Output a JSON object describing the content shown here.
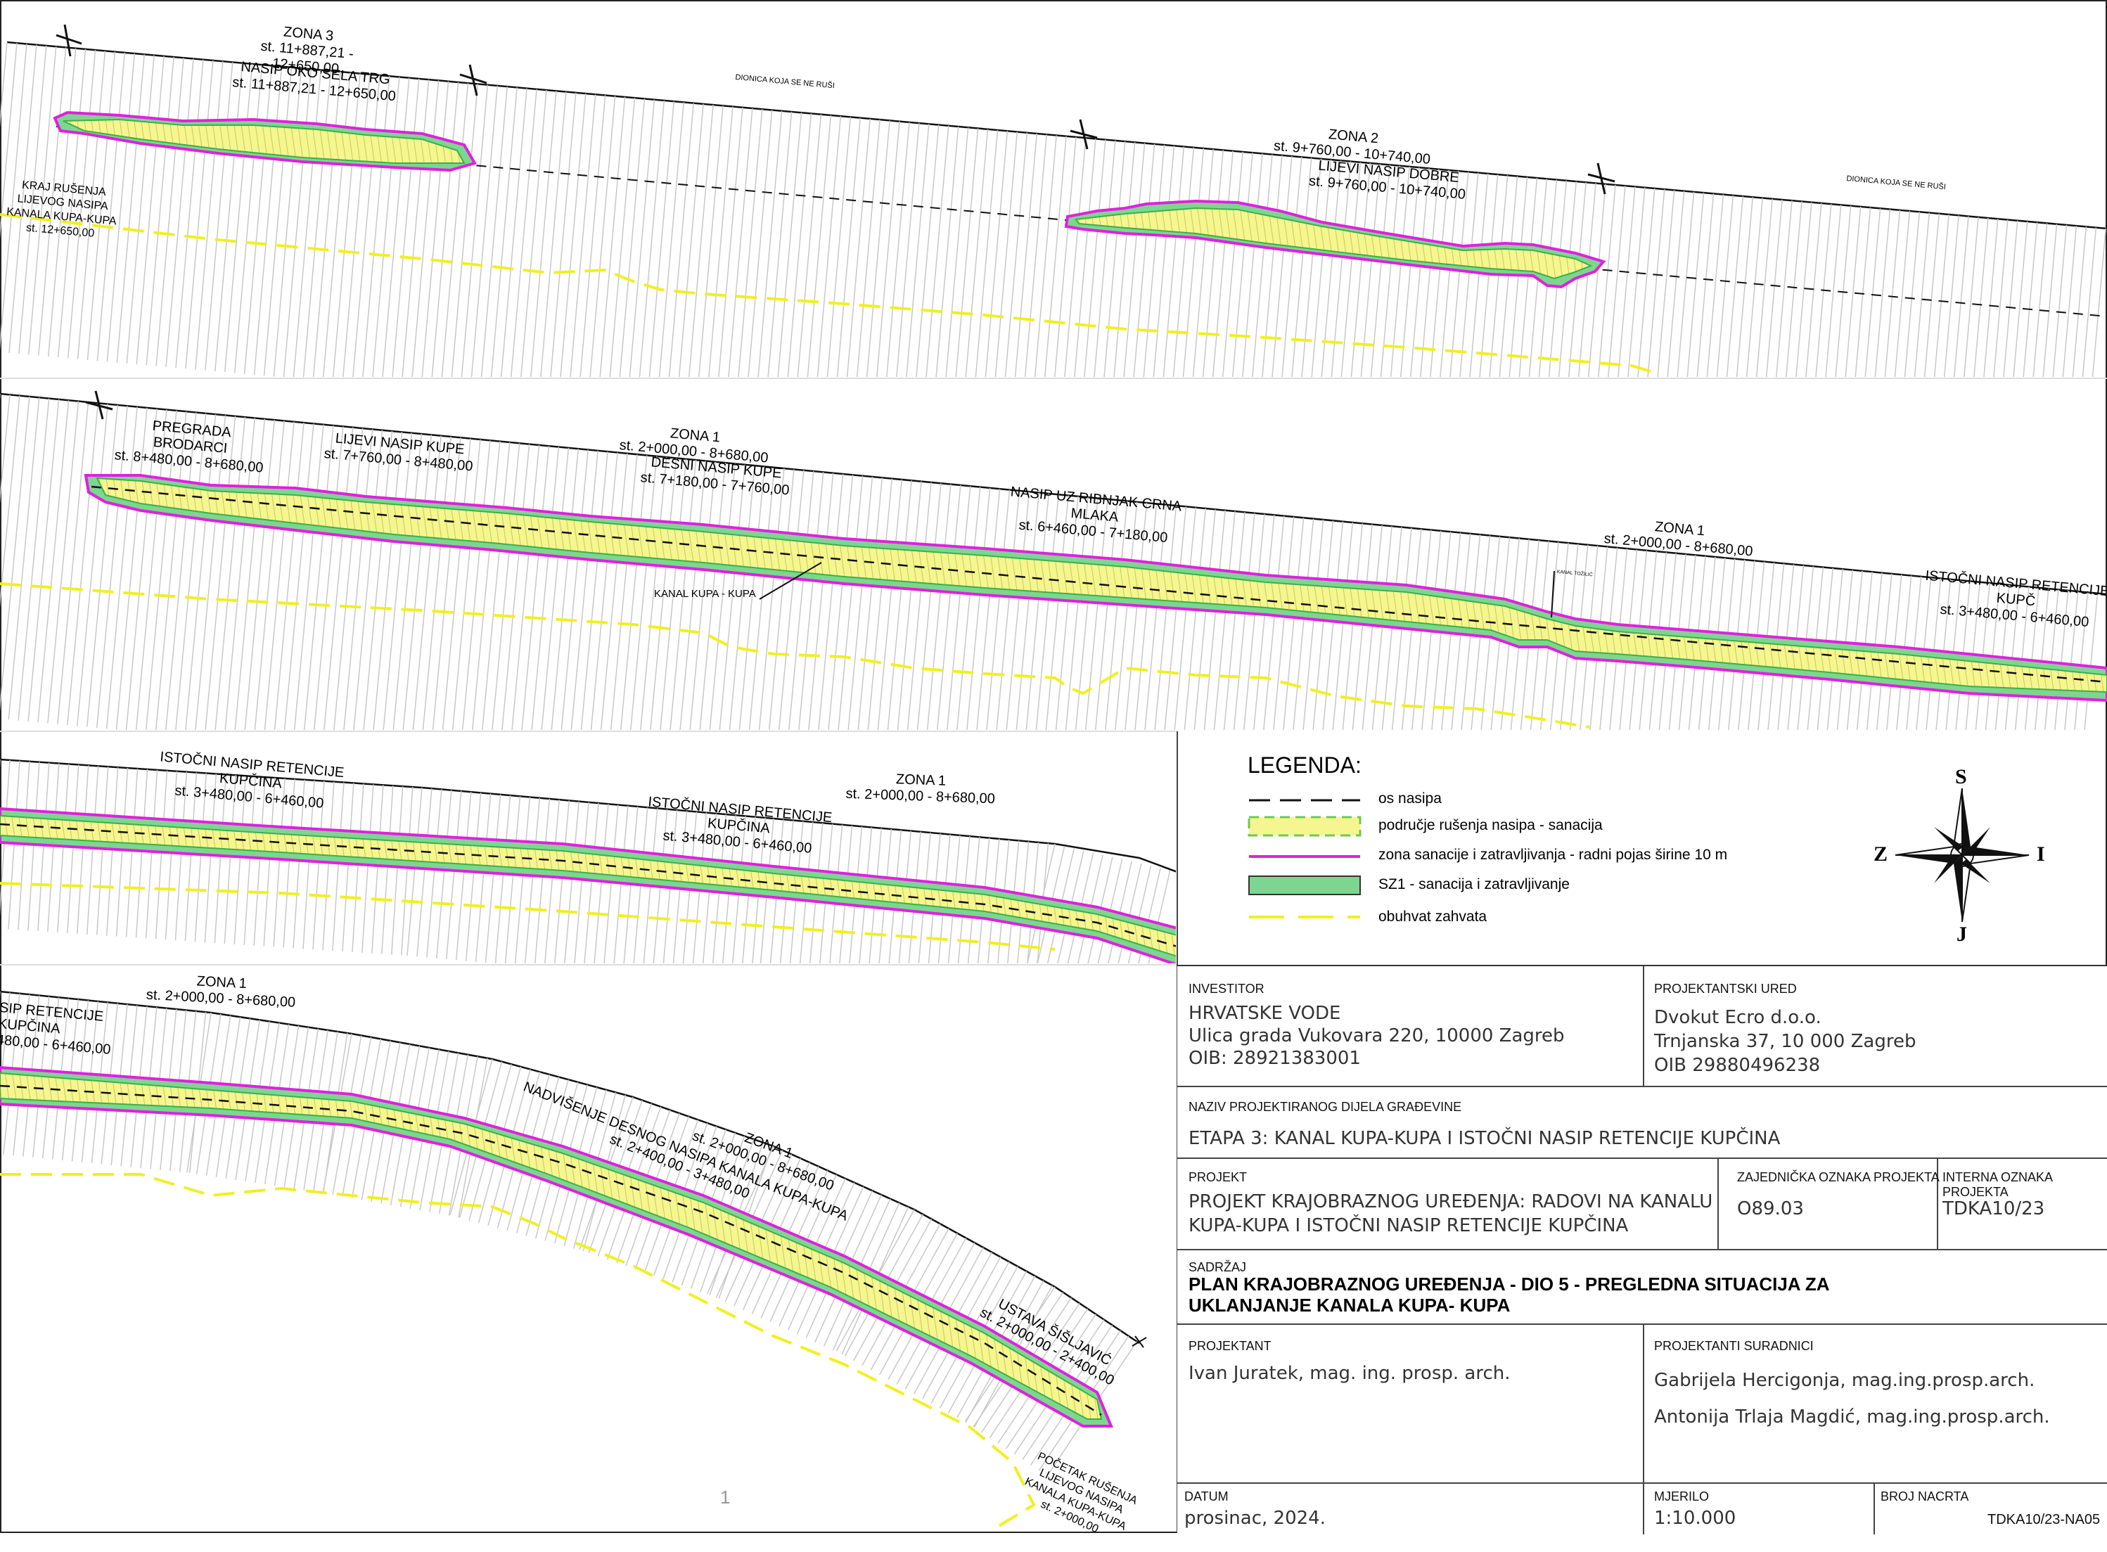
{
  "colors": {
    "magenta": "#e020e0",
    "green": "#7dd68f",
    "yellow_fill": "#f6f690",
    "dash_yellow": "#f0f020",
    "axis": "#111111"
  },
  "panel1": {
    "zona3": {
      "title": "ZONA 3",
      "station": "st. 11+887,21 - 12+650,00"
    },
    "nasip_sela": {
      "title": "NASIP OKO SELA TRG",
      "station": "st. 11+887,21 - 12+650,00"
    },
    "dionica_1": "DIONICA KOJA SE NE RUŠI",
    "dionica_2": "DIONICA KOJA SE NE RUŠI",
    "zona2": {
      "title": "ZONA 2",
      "station": "st. 9+760,00 - 10+740,00"
    },
    "lijevi_dobre": {
      "title": "LIJEVI NASIP DOBRE",
      "station": "st. 9+760,00 - 10+740,00"
    },
    "kraj": [
      "KRAJ RUŠENJA",
      "LIJEVOG NASIPA",
      "KANALA KUPA-KUPA",
      "st. 12+650,00"
    ]
  },
  "panel2": {
    "pregrada": {
      "title": "PREGRADA BRODARCI",
      "station": "st. 8+480,00 - 8+680,00"
    },
    "lijevi_kupe": {
      "title": "LIJEVI NASIP KUPE",
      "station": "st. 7+760,00 - 8+480,00"
    },
    "zona1_a": {
      "title": "ZONA 1",
      "station": "st. 2+000,00 - 8+680,00"
    },
    "desni_kupe": {
      "title": "DESNI NASIP KUPE",
      "station": "st. 7+180,00 - 7+760,00"
    },
    "crna_mlaka": {
      "title": "NASIP UZ RIBNJAK CRNA MLAKA",
      "station": "st. 6+460,00 - 7+180,00"
    },
    "zona1_b": {
      "title": "ZONA 1",
      "station": "st. 2+000,00 - 8+680,00"
    },
    "istocni": {
      "title": "ISTOČNI NASIP RETENCIJE KUPČ",
      "station": "st. 3+480,00 - 6+460,00"
    },
    "kanal": "KANAL KUPA - KUPA",
    "kanal_small": "KANAL TOŽILIĆ"
  },
  "panel3": {
    "istocni_a": {
      "title": "ISTOČNI NASIP RETENCIJE KUPČINA",
      "station": "st. 3+480,00 - 6+460,00"
    },
    "istocni_b": {
      "title": "ISTOČNI NASIP RETENCIJE KUPČINA",
      "station": "st. 3+480,00 - 6+460,00"
    },
    "zona1": {
      "title": "ZONA 1",
      "station": "st. 2+000,00 - 8+680,00"
    }
  },
  "panel4": {
    "zona1_a": {
      "title": "ZONA 1",
      "station": "st. 2+000,00 - 8+680,00"
    },
    "istocni_cut": {
      "title": "SIP RETENCIJE KUPČINA",
      "station": "480,00 - 6+460,00"
    },
    "nadvisenje": {
      "title": "NADVIŠENJE DESNOG NASIPA KANALA KUPA-KUPA",
      "station": "st. 2+400,00 - 3+480,00"
    },
    "zona1_b": {
      "title": "ZONA 1",
      "station": "st. 2+000,00 - 8+680,00"
    },
    "ustava": {
      "title": "USTAVA ŠIŠLJAVIĆ",
      "station": "st. 2+000,00 - 2+400,00"
    },
    "pocetak": [
      "POČETAK RUŠENJA",
      "LIJEVOG NASIPA",
      "KANALA KUPA-KUPA",
      "st. 2+000,00"
    ],
    "page_num": "1"
  },
  "legend": {
    "title": "LEGENDA:",
    "items": [
      "os nasipa",
      "područje rušenja nasipa - sanacija",
      "zona sanacije i zatravljivanja - radni pojas širine 10 m",
      "SZ1 - sanacija i zatravljivanje",
      "obuhvat zahvata"
    ]
  },
  "compass": {
    "north": "S",
    "south": "J",
    "west": "Z",
    "east": "I"
  },
  "title_block": {
    "investitor_label": "INVESTITOR",
    "investitor_lines": [
      "HRVATSKE VODE",
      "Ulica grada Vukovara 220, 10000 Zagreb",
      "OIB: 28921383001"
    ],
    "ured_label": "PROJEKTANTSKI URED",
    "ured_lines": [
      "Dvokut Ecro d.o.o.",
      "Trnjanska 37, 10 000 Zagreb",
      "OIB  29880496238"
    ],
    "naziv_label": "NAZIV PROJEKTIRANOG DIJELA GRAĐEVINE",
    "naziv_value": "ETAPA 3: KANAL KUPA-KUPA I ISTOČNI NASIP RETENCIJE KUPČINA",
    "projekt_label": "PROJEKT",
    "projekt_lines": [
      "PROJEKT  KRAJOBRAZNOG  UREĐENJA:  RADOVI  NA  KANALU",
      "KUPA-KUPA I ISTOČNI NASIP RETENCIJE KUPČINA"
    ],
    "zajednicka_label": "ZAJEDNIČKA OZNAKA PROJEKTA",
    "zajednicka_value": "O89.03",
    "interna_label": "INTERNA OZNAKA PROJEKTA",
    "interna_value": "TDKA10/23",
    "sadrzaj_label": "SADRŽAJ",
    "sadrzaj_lines": [
      "PLAN KRAJOBRAZNOG UREĐENJA - DIO 5 - PREGLEDNA SITUACIJA ZA",
      "UKLANJANJE KANALA KUPA- KUPA"
    ],
    "projektant_label": "PROJEKTANT",
    "projektant_value": "Ivan Juratek, mag. ing. prosp. arch.",
    "suradnici_label": "PROJEKTANTI SURADNICI",
    "suradnici_lines": [
      "Gabrijela Hercigonja, mag.ing.prosp.arch.",
      "Antonija Trlaja Magdić, mag.ing.prosp.arch."
    ],
    "datum_label": "DATUM",
    "datum_value": "prosinac, 2024.",
    "mjerilo_label": "MJERILO",
    "mjerilo_value": "1:10.000",
    "broj_label": "BROJ NACRTA",
    "broj_value": "TDKA10/23-NA05"
  }
}
